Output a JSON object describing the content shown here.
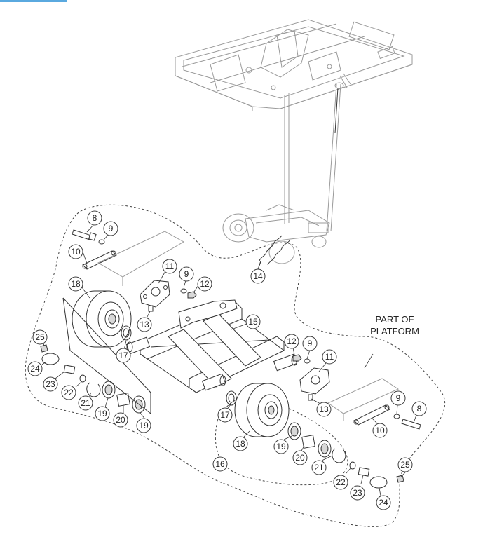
{
  "accent_color": "#5aa9df",
  "platform_label": {
    "line1": "PART OF",
    "line2": "PLATFORM"
  },
  "callouts": [
    {
      "id": "8",
      "n": "8"
    },
    {
      "id": "9a",
      "n": "9"
    },
    {
      "id": "10a",
      "n": "10"
    },
    {
      "id": "11a",
      "n": "11"
    },
    {
      "id": "9b",
      "n": "9"
    },
    {
      "id": "12a",
      "n": "12"
    },
    {
      "id": "14",
      "n": "14"
    },
    {
      "id": "18a",
      "n": "18"
    },
    {
      "id": "13a",
      "n": "13"
    },
    {
      "id": "15",
      "n": "15"
    },
    {
      "id": "25a",
      "n": "25"
    },
    {
      "id": "17a",
      "n": "17"
    },
    {
      "id": "24a",
      "n": "24"
    },
    {
      "id": "23a",
      "n": "23"
    },
    {
      "id": "22a",
      "n": "22"
    },
    {
      "id": "21a",
      "n": "21"
    },
    {
      "id": "19a",
      "n": "19"
    },
    {
      "id": "20a",
      "n": "20"
    },
    {
      "id": "19b",
      "n": "19"
    },
    {
      "id": "12b",
      "n": "12"
    },
    {
      "id": "9c",
      "n": "9"
    },
    {
      "id": "11b",
      "n": "11"
    },
    {
      "id": "13b",
      "n": "13"
    },
    {
      "id": "9d",
      "n": "9"
    },
    {
      "id": "8b",
      "n": "8"
    },
    {
      "id": "10b",
      "n": "10"
    },
    {
      "id": "17b",
      "n": "17"
    },
    {
      "id": "18b",
      "n": "18"
    },
    {
      "id": "19c",
      "n": "19"
    },
    {
      "id": "20b",
      "n": "20"
    },
    {
      "id": "21b",
      "n": "21"
    },
    {
      "id": "16",
      "n": "16"
    },
    {
      "id": "25b",
      "n": "25"
    },
    {
      "id": "22b",
      "n": "22"
    },
    {
      "id": "23b",
      "n": "23"
    },
    {
      "id": "24b",
      "n": "24"
    }
  ]
}
